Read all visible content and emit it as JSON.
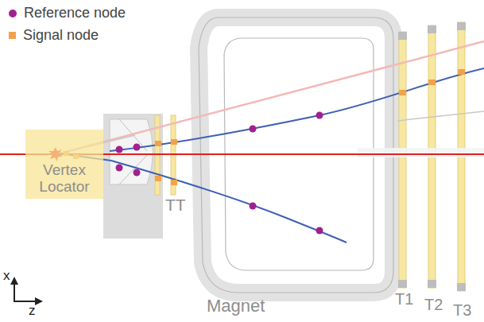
{
  "diagram": {
    "nodes": [
      {
        "text": [
          "Vertex Locator"
        ]
      }
    ],
    "labels": [
      "TT",
      "Magnet",
      "T1",
      "T2",
      "T3",
      "x",
      "z"
    ],
    "legend": [
      {
        "text": "Reference node",
        "color": "#a0218e"
      },
      {
        "text": "Signal node",
        "color": "#f2a24a"
      }
    ]
  }
}
